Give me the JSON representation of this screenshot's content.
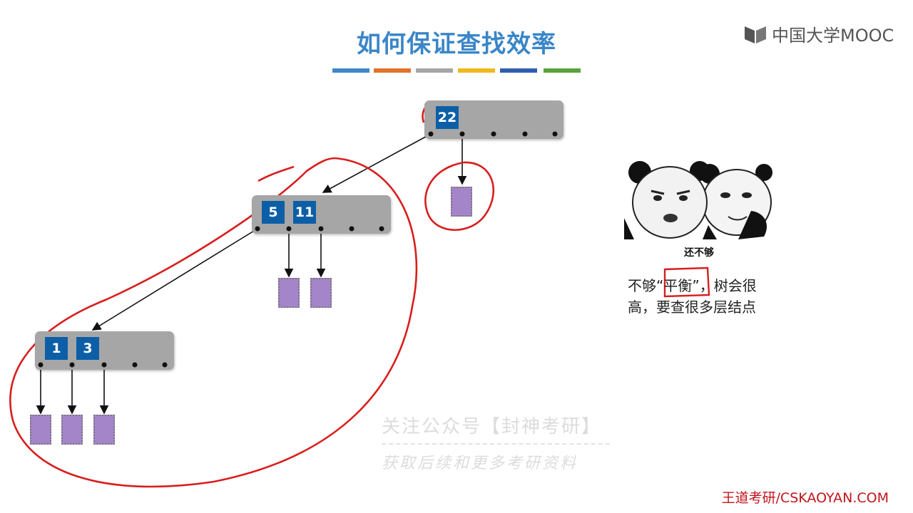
{
  "slide": {
    "title": "如何保证查找效率",
    "accent_colors": [
      "#3f87c8",
      "#e0742a",
      "#a6a6a6",
      "#f0b81b",
      "#2e5fae",
      "#5aa33a"
    ],
    "logo_text": "中国大学MOOC",
    "logo_icon": "mooc-book-icon"
  },
  "tree": {
    "root_keys": [
      "22"
    ],
    "mid_keys": [
      "5",
      "11"
    ],
    "left_keys": [
      "1",
      "3"
    ]
  },
  "side": {
    "meme_caption": "还不够",
    "desc_line1_a": "不够",
    "desc_line1_b": "“平衡”",
    "desc_line1_c": "，树会很",
    "desc_line2": "高，要查很多层结点"
  },
  "watermark": {
    "line1": "关注公众号【封神考研】",
    "line2": "获取后续和更多考研资料"
  },
  "footer": {
    "source": "王道考研/CSKAOYAN.COM"
  },
  "annotation_color": "#d81e1e"
}
